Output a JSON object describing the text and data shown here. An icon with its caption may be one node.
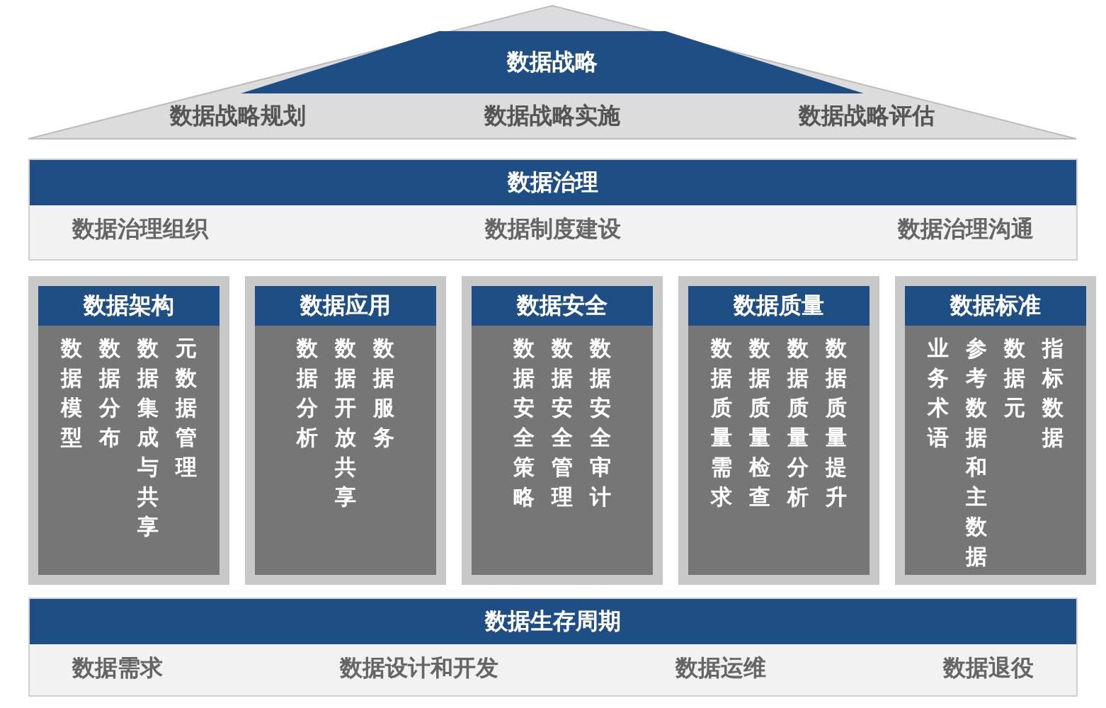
{
  "diagram": {
    "nodes": [
      {
        "text": [
          "数据战略"
        ]
      },
      {
        "text": [
          "数据战略规划"
        ],
        "in": 0
      },
      {
        "text": [
          "数据战略实施"
        ],
        "in": 0
      },
      {
        "text": [
          "数据战略评估"
        ],
        "in": 0
      },
      {
        "text": [
          "数据治理"
        ]
      },
      {
        "text": [
          "数据治理组织"
        ],
        "in": 4
      },
      {
        "text": [
          "数据制度建设"
        ],
        "in": 4
      },
      {
        "text": [
          "数据治理沟通"
        ],
        "in": 4
      },
      {
        "text": [
          "数据架构"
        ]
      },
      {
        "text": [
          "数据模型"
        ],
        "in": 8
      },
      {
        "text": [
          "数据分布"
        ],
        "in": 8
      },
      {
        "text": [
          "数据集成与共享"
        ],
        "in": 8
      },
      {
        "text": [
          "元数据管理"
        ],
        "in": 8
      },
      {
        "text": [
          "数据应用"
        ]
      },
      {
        "text": [
          "数据分析"
        ],
        "in": 13
      },
      {
        "text": [
          "数据开放共享"
        ],
        "in": 13
      },
      {
        "text": [
          "数据服务"
        ],
        "in": 13
      },
      {
        "text": [
          "数据安全"
        ]
      },
      {
        "text": [
          "数据安全策略"
        ],
        "in": 17
      },
      {
        "text": [
          "数据安全管理"
        ],
        "in": 17
      },
      {
        "text": [
          "数据安全审计"
        ],
        "in": 17
      },
      {
        "text": [
          "数据质量"
        ]
      },
      {
        "text": [
          "数据质量需求"
        ],
        "in": 21
      },
      {
        "text": [
          "数据质量检查"
        ],
        "in": 21
      },
      {
        "text": [
          "数据质量分析"
        ],
        "in": 21
      },
      {
        "text": [
          "数据质量提升"
        ],
        "in": 21
      },
      {
        "text": [
          "数据标准"
        ]
      },
      {
        "text": [
          "业务术语"
        ],
        "in": 26
      },
      {
        "text": [
          "参考数据和主数据"
        ],
        "in": 26
      },
      {
        "text": [
          "数据元"
        ],
        "in": 26
      },
      {
        "text": [
          "指标数据"
        ],
        "in": 26
      },
      {
        "text": [
          "数据生存周期"
        ]
      },
      {
        "text": [
          "数据需求"
        ],
        "in": 31
      },
      {
        "text": [
          "数据设计和开发"
        ],
        "in": 31
      },
      {
        "text": [
          "数据运维"
        ],
        "in": 31
      },
      {
        "text": [
          "数据退役"
        ],
        "in": 31
      }
    ]
  }
}
